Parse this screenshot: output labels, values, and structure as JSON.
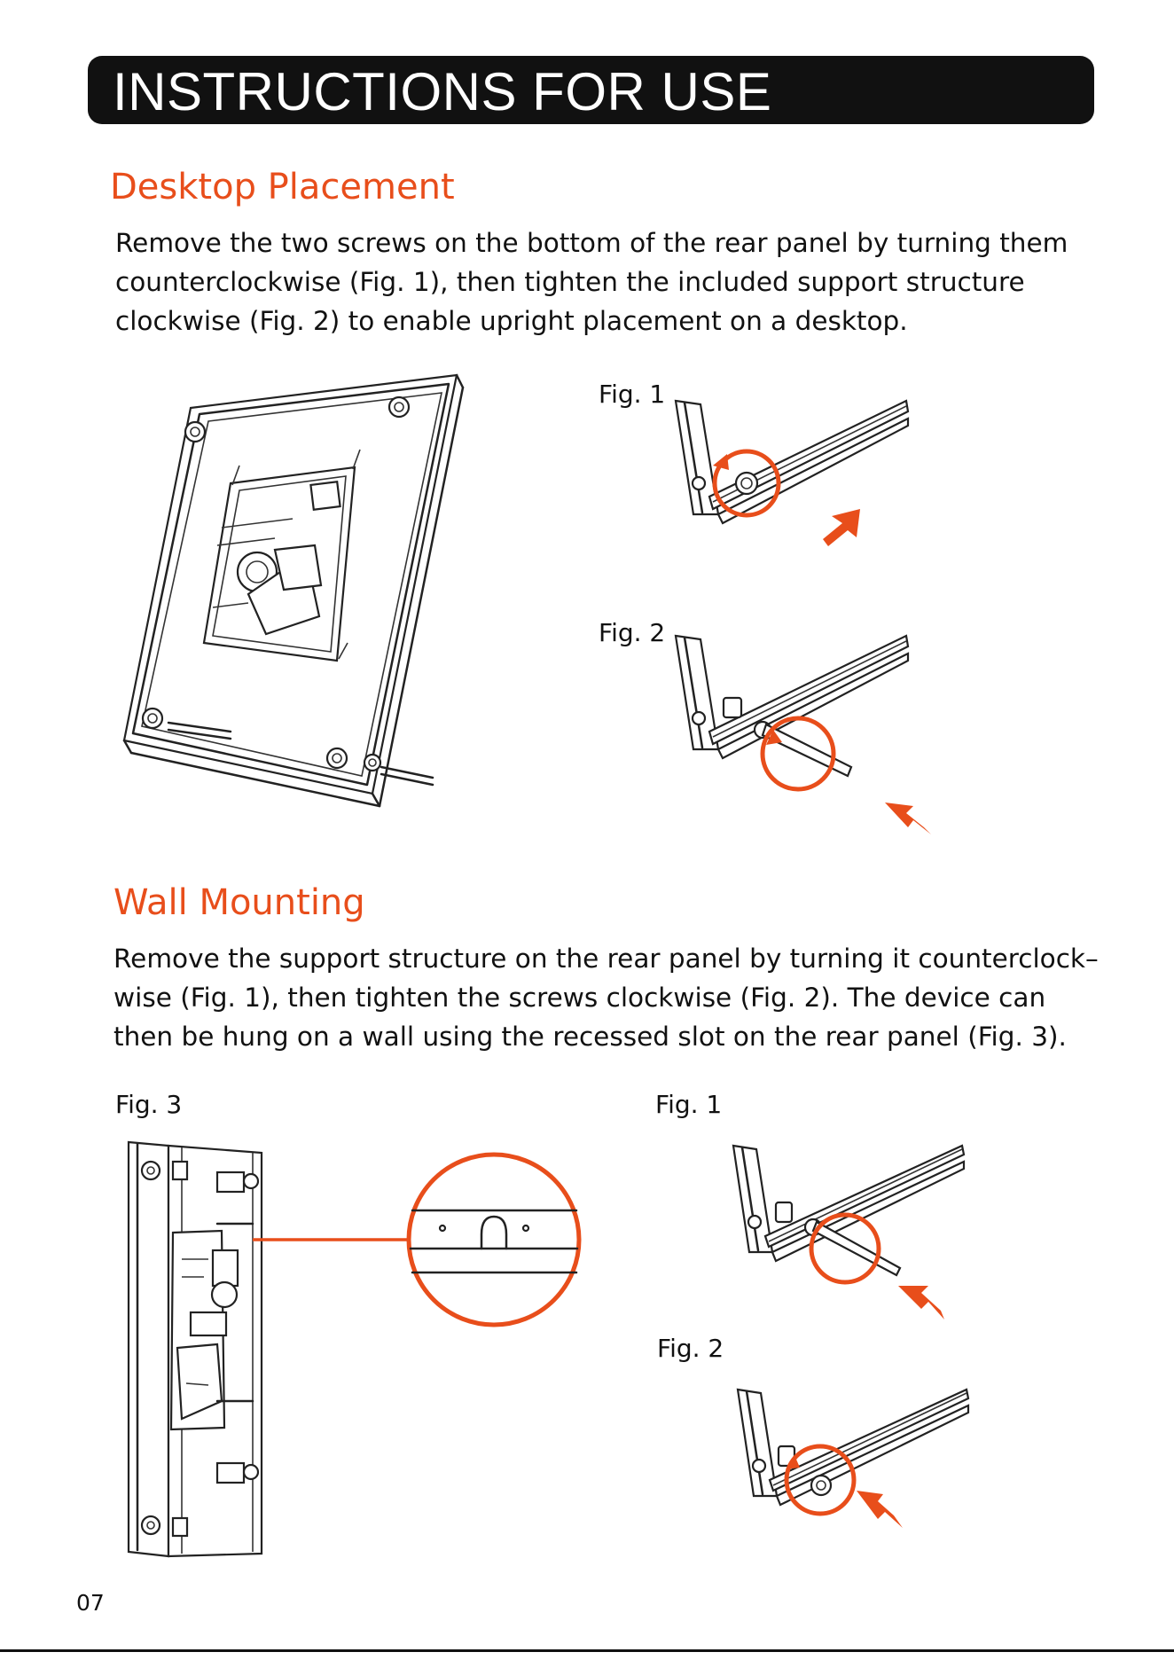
{
  "header": {
    "title": "INSTRUCTIONS FOR USE"
  },
  "desktop": {
    "heading": "Desktop Placement",
    "lines": [
      "Remove the two screws on the bottom of the rear panel by turning them",
      "counterclockwise (Fig. 1), then tighten the included support structure",
      "clockwise (Fig. 2) to enable upright placement on a desktop."
    ],
    "fig1": "Fig. 1",
    "fig2": "Fig. 2"
  },
  "wall": {
    "heading": "Wall Mounting",
    "lines": [
      "Remove the support structure on the rear panel by turning it counterclock–",
      "wise (Fig. 1), then tighten the screws clockwise (Fig. 2). The device can",
      "then be hung on a wall using the recessed slot on the rear panel (Fig. 3)."
    ],
    "fig3": "Fig. 3",
    "fig1": "Fig. 1",
    "fig2": "Fig. 2"
  },
  "page_number": "07",
  "colors": {
    "accent": "#e84e1b",
    "header_bg": "#111111",
    "text": "#111111"
  }
}
